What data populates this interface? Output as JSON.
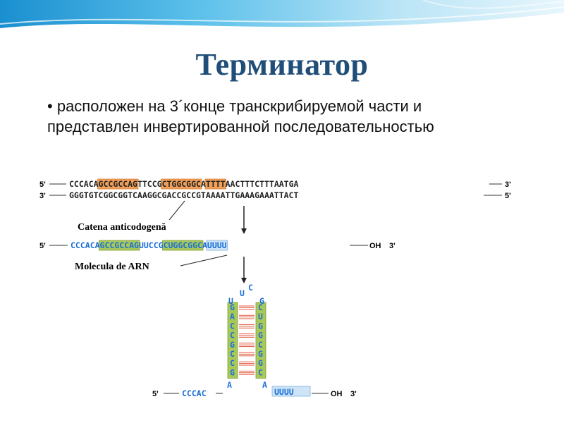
{
  "slide": {
    "title": "Терминатор",
    "bullet_marker": "•",
    "bullet_text": "расположен на 3´конце транскрибируемой части и представлен инвертированной последовательностью"
  },
  "diagram": {
    "dna": {
      "top_5prime": "5'",
      "top_3prime": "3'",
      "bottom_3prime": "3'",
      "bottom_5prime": "5'",
      "top_segments": [
        {
          "text": "CCCACA",
          "hl": ""
        },
        {
          "text": "GCCGCCAG",
          "hl": "orange"
        },
        {
          "text": "TTCCG",
          "hl": ""
        },
        {
          "text": "CTGGCGGC",
          "hl": "orange"
        },
        {
          "text": "A",
          "hl": ""
        },
        {
          "text": "TTTT",
          "hl": "orange"
        },
        {
          "text": "AACTTTCTTTAATGA",
          "hl": ""
        }
      ],
      "bottom_strand": "GGGTGTCGGCGGTCAAGGCGACCGCCGTAAAATTGAAAGAAATTACT"
    },
    "template_label": "Catena anticodogenă",
    "rna": {
      "five_prime": "5'",
      "segments": [
        {
          "text": "CCCACA",
          "hl": ""
        },
        {
          "text": "GCCGCCAG",
          "hl": "green"
        },
        {
          "text": "UUCCG",
          "hl": ""
        },
        {
          "text": "CUGGCGGC",
          "hl": "green"
        },
        {
          "text": "A",
          "hl": ""
        },
        {
          "text": "UUUU",
          "hl": "blue"
        }
      ],
      "oh_label": "OH",
      "three_prime": "3'"
    },
    "rna_label": "Molecula de ARN",
    "hairpin": {
      "loop": [
        "U",
        "U",
        "C",
        "G"
      ],
      "stem_left": [
        "G",
        "A",
        "C",
        "C",
        "G",
        "C",
        "C",
        "G"
      ],
      "stem_right": [
        "C",
        "U",
        "G",
        "G",
        "C",
        "G",
        "G",
        "C"
      ],
      "bottom_5prime": "5'",
      "bottom_seq": "CCCAC",
      "a_left": "A",
      "a_right": "A",
      "tail": "UUUU",
      "oh_label": "OH",
      "three_prime": "3'"
    }
  },
  "colors": {
    "title": "#1f4e79",
    "orange_box": "#f0a05a",
    "green_box": "#a8c85a",
    "blue_box": "#cfe4f7",
    "rna_text": "#1a6fd6",
    "dna_text": "#222222",
    "pair_lines": "#e05a40"
  }
}
